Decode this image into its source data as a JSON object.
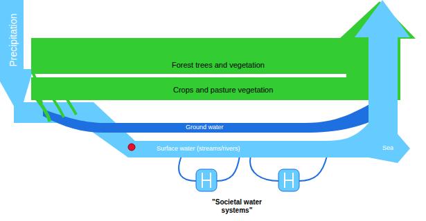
{
  "diagram": {
    "nodes": [
      {
        "text": [
          "Precipitation"
        ]
      },
      {
        "text": [
          "Forest trees and vegetation"
        ]
      },
      {
        "text": [
          "Crops and pasture vegetation"
        ]
      },
      {
        "text": [
          "Ground water"
        ]
      },
      {
        "text": [
          "Surface water (streams/rivers)"
        ]
      },
      {
        "text": [
          "Sea"
        ]
      }
    ],
    "labels": [
      "\"Societal water systems\""
    ]
  }
}
